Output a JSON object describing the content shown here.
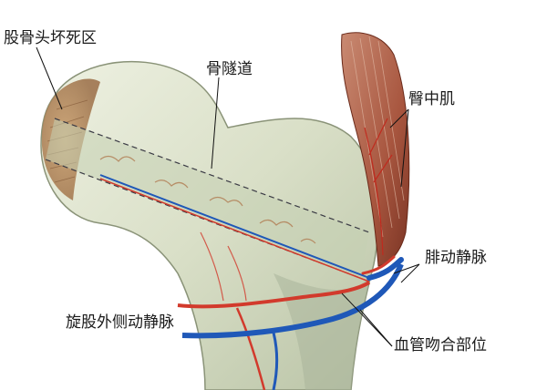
{
  "labels": {
    "necrosis": "股骨头坏死区",
    "tunnel": "骨隧道",
    "gluteus_medius": "臀中肌",
    "peroneal_vessels": "腓动静脉",
    "lateral_circumflex": "旋股外侧动静脉",
    "anastomosis": "血管吻合部位"
  },
  "colors": {
    "bone": "#d9dfc7",
    "bone_shadow": "#aab59a",
    "muscle": "#a8563f",
    "artery": "#d23a2c",
    "vein": "#1f58b8",
    "necrosis": "#b58858",
    "tunnel_line": "#3a3a44"
  }
}
